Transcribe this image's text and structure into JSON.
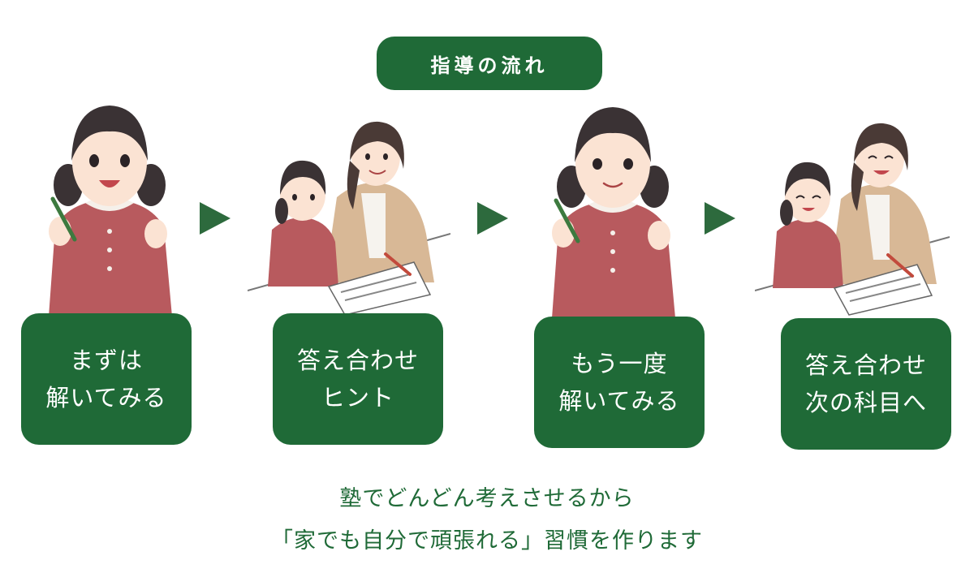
{
  "title": "指導の流れ",
  "steps": [
    {
      "line1": "まずは",
      "line2": "解いてみる"
    },
    {
      "line1": "答え合わせ",
      "line2": "ヒント"
    },
    {
      "line1": "もう一度",
      "line2": "解いてみる"
    },
    {
      "line1": "答え合わせ",
      "line2": "次の科目へ"
    }
  ],
  "caption": {
    "line1": "塾でどんどん考えさせるから",
    "line2": "「家でも自分で頑張れる」習慣を作ります"
  },
  "colors": {
    "primary_green": "#1f6a37",
    "arrow_green": "#2d6a3d",
    "dress_red": "#b85a5e",
    "hair_dark": "#3a3234",
    "jacket_beige": "#d8b896"
  }
}
